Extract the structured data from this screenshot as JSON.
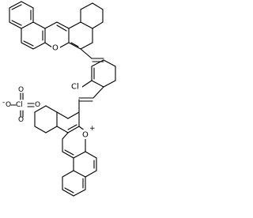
{
  "structure": {
    "labels": {
      "ring_oxygen_top": "O",
      "ring_oxygen_bottom": "O",
      "oxonium_charge": "+",
      "chloro": "Cl",
      "perchlorate_cl": "Cl",
      "perchlorate_o_left": "O",
      "perchlorate_o_right": "O",
      "perchlorate_o_top": "O",
      "perchlorate_o_bottom": "O",
      "perchlorate_charge": "-"
    }
  }
}
